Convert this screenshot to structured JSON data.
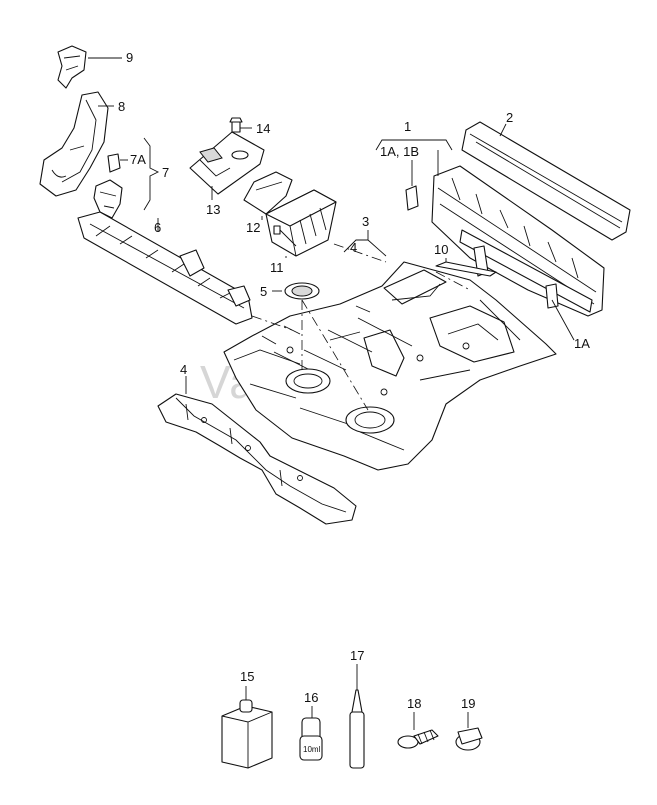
{
  "watermark": "VagPro.ru",
  "labels": {
    "p1": "1",
    "p1ab": "1A, 1B",
    "p1a": "1A",
    "p2": "2",
    "p3": "3",
    "p4a": "4",
    "p4b": "4",
    "p5": "5",
    "p6": "6",
    "p7": "7",
    "p7a": "7A",
    "p8": "8",
    "p9": "9",
    "p10": "10",
    "p11": "11",
    "p12": "12",
    "p13": "13",
    "p14": "14",
    "p15": "15",
    "p16": "16",
    "p17": "17",
    "p18": "18",
    "p19": "19"
  },
  "bottle_label": "10ml"
}
